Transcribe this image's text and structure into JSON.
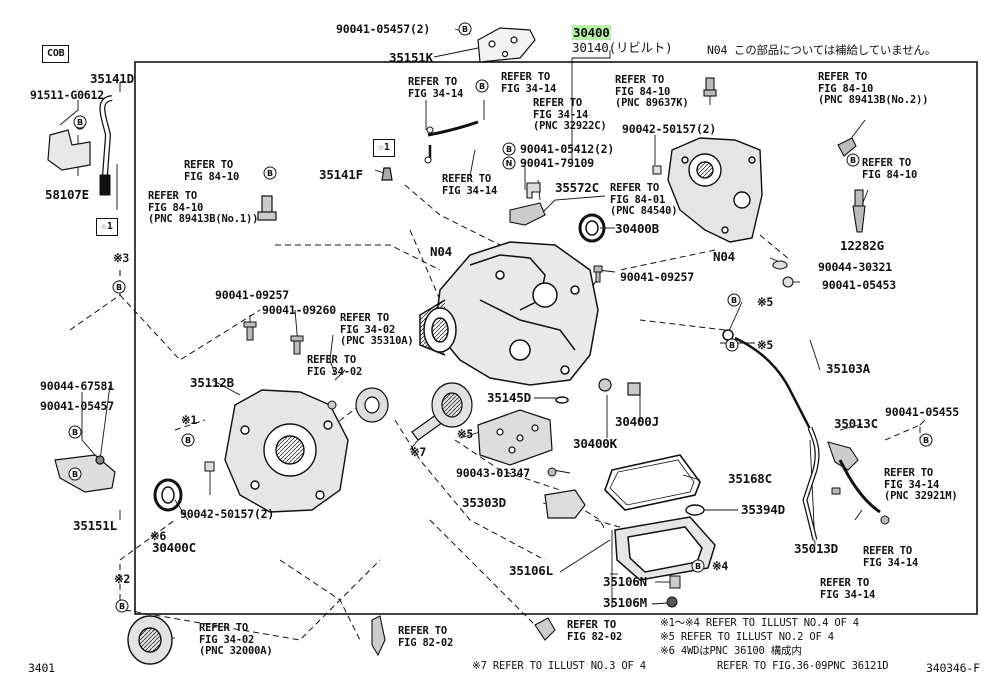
{
  "header": {
    "part_main": "30400",
    "part_rebuilt": "30140(リビルト)",
    "n04_note": "N04 この部品については補給していません。",
    "cob": "COB",
    "page_code": "3401",
    "fig_code": "340346-F"
  },
  "labels": {
    "p90041_05457_top": "90041-05457(2)",
    "p35151K": "35151K",
    "p35141D": "35141D",
    "p91511": "91511-G0612",
    "p58107E": "58107E",
    "star1_a": "☆1",
    "star1_b": "☆1",
    "p35141F": "35141F",
    "p90041_05412": "90041-05412(2)",
    "p90041_79109": "90041-79109",
    "p35572C": "35572C",
    "p90042_50157_top": "90042-50157(2)",
    "p30400B": "30400B",
    "p12282G": "12282G",
    "p90044_30321": "90044-30321",
    "p90041_05453": "90041-05453",
    "p90041_09257_right": "90041-09257",
    "n04_a": "N04",
    "n04_b": "N04",
    "p90041_09257_left": "90041-09257",
    "p90041_09260": "90041-09260",
    "p90044_67581": "90044-67581",
    "p90041_05457_left": "90041-05457",
    "p35112B": "35112B",
    "p35151L": "35151L",
    "mark1": "※1",
    "mark3": "※3",
    "mark2": "※2",
    "mark6": "※6",
    "mark7": "※7",
    "mark5_a": "※5",
    "mark5_b": "※5",
    "mark5_c": "※5",
    "mark4": "※4",
    "p90042_50157_bot": "90042-50157(2)",
    "p30400C": "30400C",
    "p35145D": "35145D",
    "p30400J": "30400J",
    "p30400K": "30400K",
    "p90043_01347": "90043-01347",
    "p35168C": "35168C",
    "p35303D": "35303D",
    "p35394D": "35394D",
    "p35106L": "35106L",
    "p35106N": "35106N",
    "p35106M": "35106M",
    "p35103A": "35103A",
    "p90041_05455": "90041-05455",
    "p35013C": "35013C",
    "p35013D": "35013D"
  },
  "refers": {
    "r1": [
      "REFER TO",
      "FIG 34-14"
    ],
    "r2": [
      "REFER TO",
      "FIG 34-14"
    ],
    "r3": [
      "REFER TO",
      "FIG 34-14",
      "(PNC 32922C)"
    ],
    "r4": [
      "REFER TO",
      "FIG 34-14"
    ],
    "r5": [
      "REFER TO",
      "FIG 84-10",
      "(PNC 89637K)"
    ],
    "r6": [
      "REFER TO",
      "FIG 84-10",
      "(PNC 89413B(No.2))"
    ],
    "r7": [
      "REFER TO",
      "FIG 84-10"
    ],
    "r8": [
      "REFER TO",
      "FIG 84-10"
    ],
    "r9": [
      "REFER TO",
      "FIG 84-10",
      "(PNC 89413B(No.1))"
    ],
    "r10": [
      "REFER TO",
      "FIG 84-01",
      "(PNC 84540)"
    ],
    "r11": [
      "REFER TO",
      "FIG 34-02",
      "(PNC 35310A)"
    ],
    "r12": [
      "REFER TO",
      "FIG 34-02"
    ],
    "r13": [
      "REFER TO",
      "FIG 34-14",
      "(PNC 32921M)"
    ],
    "r14": [
      "REFER TO",
      "FIG 34-14"
    ],
    "r15": [
      "REFER TO",
      "FIG 34-14"
    ],
    "r16": [
      "REFER TO",
      "FIG 34-02",
      "(PNC 32000A)"
    ],
    "r17": [
      "REFER TO",
      "FIG 82-02"
    ],
    "r18": [
      "REFER TO",
      "FIG 82-02"
    ]
  },
  "notes": {
    "n1": "※1～※4 REFER TO ILLUST NO.4 OF 4",
    "n2": "※5 REFER TO ILLUST NO.2 OF 4",
    "n3": "※6 4WDはPNC 36100 構成内",
    "n4": "REFER TO FIG.36-09PNC 36121D",
    "n7": "※7 REFER TO ILLUST NO.3 OF 4"
  },
  "callout_letter_B": "B",
  "callout_letter_N": "N"
}
